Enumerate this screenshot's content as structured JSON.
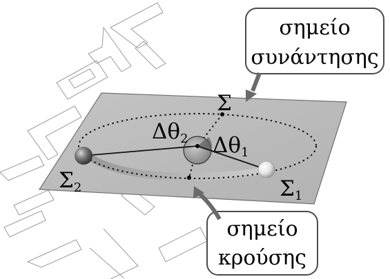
{
  "callouts": {
    "meeting_point": {
      "line1": "σημείο",
      "line2": "συνάντησης"
    },
    "collision_point": {
      "line1": "σημείο",
      "line2": "κρούσης"
    }
  },
  "labels": {
    "sigma_meeting": {
      "base": "Σ",
      "sub": ""
    },
    "sigma_1": {
      "base": "Σ",
      "sub": "1"
    },
    "sigma_2": {
      "base": "Σ",
      "sub": "2"
    },
    "delta_theta_1": {
      "base": "Δθ",
      "sub": "1"
    },
    "delta_theta_2": {
      "base": "Δθ",
      "sub": "2"
    }
  },
  "colors": {
    "plane_fill": "#b9b9b9",
    "plane_stroke": "#6f6f6f",
    "sphere_dark": "#6b6b6b",
    "sphere_light": "#e6e6e6",
    "callout_fill": "#ffffff",
    "callout_stroke": "#4a4a4a",
    "watermark": "#9a9a9a"
  }
}
